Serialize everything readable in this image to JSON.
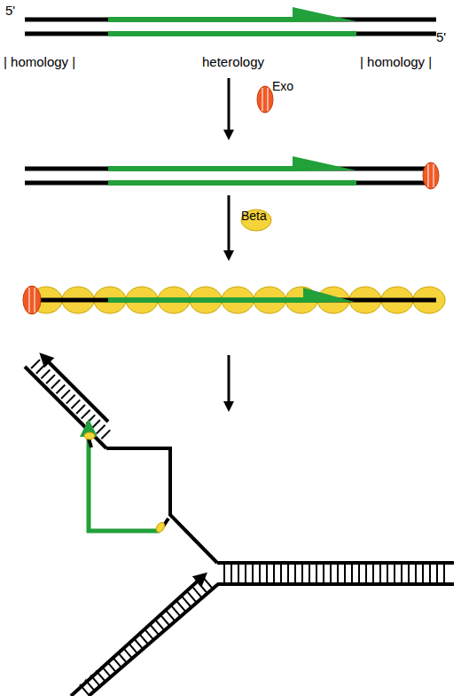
{
  "diagram": {
    "labels": [
      "5'",
      "5'",
      "| homology |",
      "heterology",
      "| homology |",
      "Exo",
      "Beta"
    ]
  }
}
